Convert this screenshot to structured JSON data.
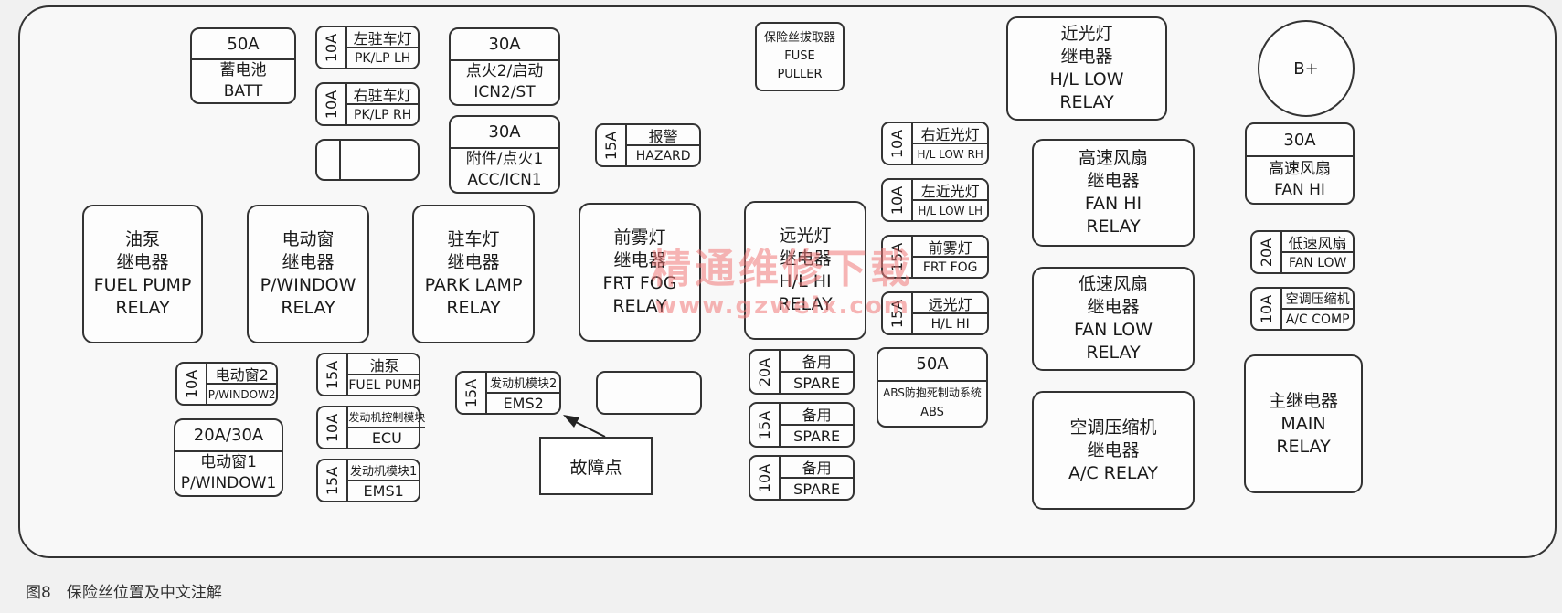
{
  "batt": {
    "amp": "50A",
    "cn": "蓄电池",
    "en": "BATT"
  },
  "pklp_lh": {
    "amp": "10A",
    "cn": "左驻车灯",
    "en": "PK/LP LH"
  },
  "pklp_rh": {
    "amp": "10A",
    "cn": "右驻车灯",
    "en": "PK/LP RH"
  },
  "icn2": {
    "amp": "30A",
    "cn": "点火2/启动",
    "en": "ICN2/ST"
  },
  "acc": {
    "amp": "30A",
    "cn": "附件/点火1",
    "en": "ACC/ICN1"
  },
  "puller": {
    "cn": "保险丝拔取器",
    "en1": "FUSE",
    "en2": "PULLER"
  },
  "hazard": {
    "amp": "15A",
    "cn": "报警",
    "en": "HAZARD"
  },
  "hl_low_relay": {
    "l1": "近光灯",
    "l2": "继电器",
    "l3": "H/L LOW",
    "l4": "RELAY"
  },
  "bplus": {
    "label": "B+"
  },
  "hl_low_rh": {
    "amp": "10A",
    "cn": "右近光灯",
    "en": "H/L LOW RH"
  },
  "hl_low_lh": {
    "amp": "10A",
    "cn": "左近光灯",
    "en": "H/L LOW LH"
  },
  "frt_fog_fuse": {
    "amp": "15A",
    "cn": "前雾灯",
    "en": "FRT FOG"
  },
  "hl_hi_fuse": {
    "amp": "15A",
    "cn": "远光灯",
    "en": "H/L HI"
  },
  "abs": {
    "amp": "50A",
    "cn": "ABS防抱死制动系统",
    "en": "ABS"
  },
  "fan_hi_relay": {
    "l1": "高速风扇",
    "l2": "继电器",
    "l3": "FAN HI",
    "l4": "RELAY"
  },
  "fan_low_relay": {
    "l1": "低速风扇",
    "l2": "继电器",
    "l3": "FAN LOW",
    "l4": "RELAY"
  },
  "ac_relay": {
    "l1": "空调压缩机",
    "l2": "继电器",
    "l3": "A/C RELAY"
  },
  "fan_hi_fuse": {
    "amp": "30A",
    "cn": "高速风扇",
    "en": "FAN HI"
  },
  "fan_low_fuse": {
    "amp": "20A",
    "cn": "低速风扇",
    "en": "FAN LOW"
  },
  "ac_comp": {
    "amp": "10A",
    "cn": "空调压缩机",
    "en": "A/C COMP"
  },
  "main_relay": {
    "l1": "主继电器",
    "l2": "MAIN",
    "l3": "RELAY"
  },
  "fuel_pump_relay": {
    "l1": "油泵",
    "l2": "继电器",
    "l3": "FUEL PUMP",
    "l4": "RELAY"
  },
  "pwindow_relay": {
    "l1": "电动窗",
    "l2": "继电器",
    "l3": "P/WINDOW",
    "l4": "RELAY"
  },
  "park_lamp_relay": {
    "l1": "驻车灯",
    "l2": "继电器",
    "l3": "PARK LAMP",
    "l4": "RELAY"
  },
  "frt_fog_relay": {
    "l1": "前雾灯",
    "l2": "继电器",
    "l3": "FRT FOG",
    "l4": "RELAY"
  },
  "hl_hi_relay": {
    "l1": "远光灯",
    "l2": "继电器",
    "l3": "H/L HI",
    "l4": "RELAY"
  },
  "pwindow2": {
    "amp": "10A",
    "cn": "电动窗2",
    "en": "P/WINDOW2"
  },
  "pwindow1": {
    "amp": "20A/30A",
    "cn": "电动窗1",
    "en": "P/WINDOW1"
  },
  "fuel_pump_fuse": {
    "amp": "15A",
    "cn": "油泵",
    "en": "FUEL PUMP"
  },
  "ecu": {
    "amp": "10A",
    "cn": "发动机控制模块",
    "en": "ECU"
  },
  "ems1": {
    "amp": "15A",
    "cn": "发动机模块1",
    "en": "EMS1"
  },
  "ems2": {
    "amp": "15A",
    "cn": "发动机模块2",
    "en": "EMS2"
  },
  "spare1": {
    "amp": "20A",
    "cn": "备用",
    "en": "SPARE"
  },
  "spare2": {
    "amp": "15A",
    "cn": "备用",
    "en": "SPARE"
  },
  "spare3": {
    "amp": "10A",
    "cn": "备用",
    "en": "SPARE"
  },
  "callout": {
    "text": "故障点"
  },
  "watermark": {
    "cn": "精通维修下载",
    "url": "www.gzweix.com"
  },
  "caption": "图8　保险丝位置及中文注解"
}
